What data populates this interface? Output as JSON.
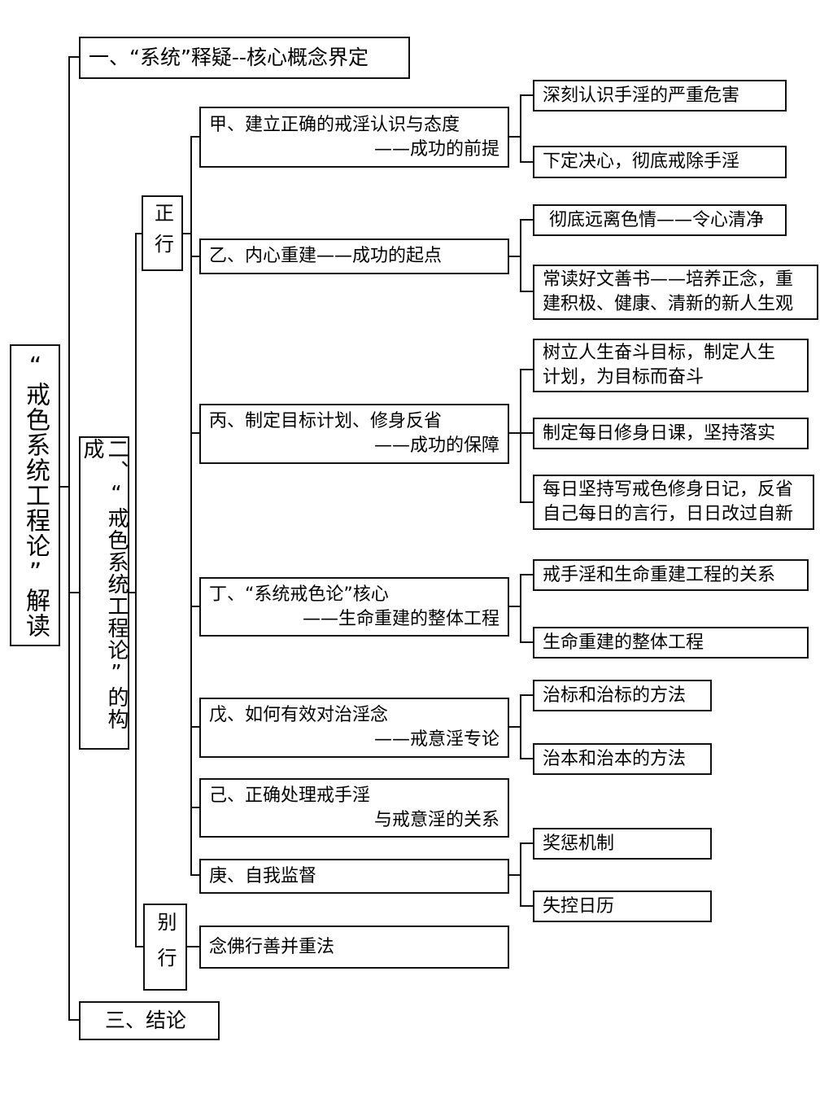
{
  "root": "“戒色系统工程论”解读",
  "sections": {
    "one": "一、“系统”释疑--核心概念界定",
    "two": "二、“戒色系统工程论”的构成",
    "three": "三、结论"
  },
  "zhengxing": "正行",
  "biexing": "别行",
  "items": {
    "jia": [
      "甲、建立正确的戒淫认识与态度",
      "——成功的前提"
    ],
    "yi": [
      "乙、内心重建——成功的起点"
    ],
    "bing": [
      "丙、制定目标计划、修身反省",
      "——成功的保障"
    ],
    "ding": [
      "丁、“系统戒色论”核心",
      "——生命重建的整体工程"
    ],
    "wu": [
      "戊、如何有效对治淫念",
      "——戒意淫专论"
    ],
    "ji": [
      "己、正确处理戒手淫",
      "与戒意淫的关系"
    ],
    "geng": [
      "庚、自我监督"
    ],
    "nianfo": [
      "念佛行善并重法"
    ]
  },
  "children": {
    "jia": [
      [
        "深刻认识手淫的严重危害"
      ],
      [
        "下定决心，彻底戒除手淫"
      ]
    ],
    "yi": [
      [
        "彻底远离色情——令心清净"
      ],
      [
        "常读好文善书——培养正念，重",
        "建积极、健康、清新的新人生观"
      ]
    ],
    "bing": [
      [
        "树立人生奋斗目标，制定人生",
        "计划，为目标而奋斗"
      ],
      [
        "制定每日修身日课，坚持落实"
      ],
      [
        "每日坚持写戒色修身日记，反省",
        "自己每日的言行，日日改过自新"
      ]
    ],
    "ding": [
      [
        "戒手淫和生命重建工程的关系"
      ],
      [
        "生命重建的整体工程"
      ]
    ],
    "wu": [
      [
        "治标和治标的方法"
      ],
      [
        "治本和治本的方法"
      ]
    ],
    "geng": [
      [
        "奖惩机制"
      ],
      [
        "失控日历"
      ]
    ]
  }
}
